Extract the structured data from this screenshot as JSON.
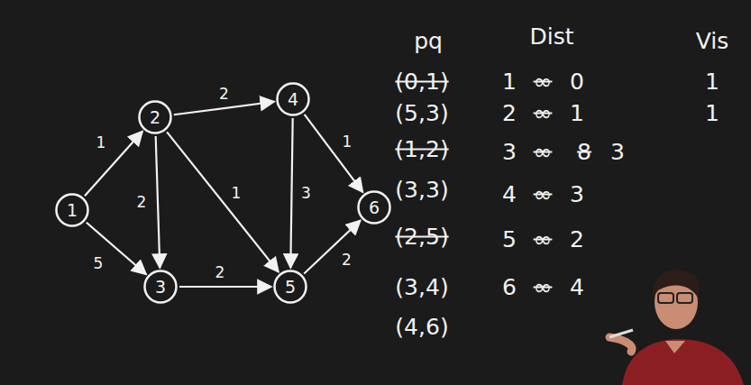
{
  "diagram": {
    "nodes": [
      {
        "text": [
          "1"
        ]
      },
      {
        "text": [
          "2"
        ]
      },
      {
        "text": [
          "3"
        ]
      },
      {
        "text": [
          "4"
        ]
      },
      {
        "text": [
          "5"
        ]
      },
      {
        "text": [
          "6"
        ]
      }
    ],
    "edges": [
      {
        "from": 0,
        "to": 1,
        "arrow": "to",
        "label": "1"
      },
      {
        "from": 0,
        "to": 2,
        "arrow": "to",
        "label": "5"
      },
      {
        "from": 1,
        "to": 3,
        "arrow": "to",
        "label": "2"
      },
      {
        "from": 1,
        "to": 2,
        "arrow": "to",
        "label": "2"
      },
      {
        "from": 1,
        "to": 4,
        "arrow": "to",
        "label": "1"
      },
      {
        "from": 3,
        "to": 4,
        "arrow": "to",
        "label": "3"
      },
      {
        "from": 3,
        "to": 5,
        "arrow": "to",
        "label": "1"
      },
      {
        "from": 2,
        "to": 4,
        "arrow": "to",
        "label": "2"
      },
      {
        "from": 4,
        "to": 5,
        "arrow": "to",
        "label": "2"
      }
    ],
    "labels": [
      "pq",
      "Dist",
      "Vis",
      "(0,1)",
      "(5,3)",
      "(1,2)",
      "(3,3)",
      "(2,5)",
      "(3,4)",
      "(4,6)",
      "1",
      "∞",
      "0",
      "2",
      "∞",
      "1",
      "3",
      "∞",
      "8",
      "3",
      "4",
      "∞",
      "3",
      "5",
      "∞",
      "2",
      "6",
      "∞",
      "4",
      "1",
      "1"
    ]
  }
}
